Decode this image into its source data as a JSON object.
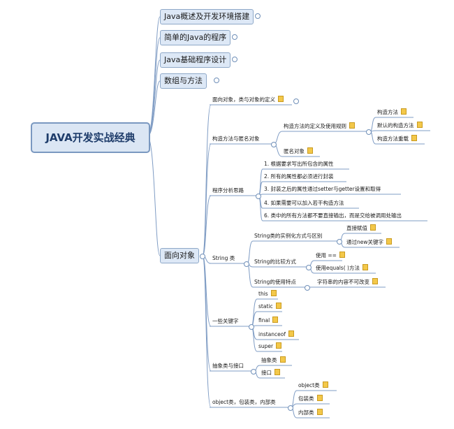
{
  "root": "JAVA开发实战经典",
  "branches": {
    "b1": "Java概述及开发环境搭建",
    "b2": "简单的Java的程序",
    "b3": "Java基础程序设计",
    "b4": "数组与方法",
    "b5": "面向对象"
  },
  "oop": {
    "n1": "面向对象，类与对象的定义",
    "n2": "构造方法与匿名对象",
    "n2a": "构造方法的定义及使用规则",
    "n2a1": "构造方法",
    "n2a2": "默认的构造方法",
    "n2a3": "构造方法重载",
    "n2b": "匿名对象",
    "n3": "程序分析思路",
    "n3a": "1. 根据要求写出所包含的属性",
    "n3b": "2. 所有的属性都必须进行封装",
    "n3c": "3. 封装之后的属性通过setter与getter设置和取得",
    "n3d": "4. 如果需要可以加入若干构造方法",
    "n3e": "6. 类中的所有方法都不要直接输出，而是交给被调用处输出",
    "n4": "String 类",
    "n4a": "String类的实例化方式与区别",
    "n4a1": "直接赋值",
    "n4a2": "通过new关键字",
    "n4b": "String的比较方式",
    "n4b1": "使用 ==",
    "n4b2": "使用equals( )方法",
    "n4c": "String的使用特点",
    "n4c1": "字符串的内容不可改变",
    "n5": "一些关键字",
    "n5a": "this",
    "n5b": "static",
    "n5c": "final",
    "n5d": "instanceof",
    "n5e": "super",
    "n6": "抽象类与接口",
    "n6a": "抽象类",
    "n6b": "接口",
    "n7": "object类，包装类，内部类",
    "n7a": "object类",
    "n7b": "包装类",
    "n7c": "内部类"
  }
}
